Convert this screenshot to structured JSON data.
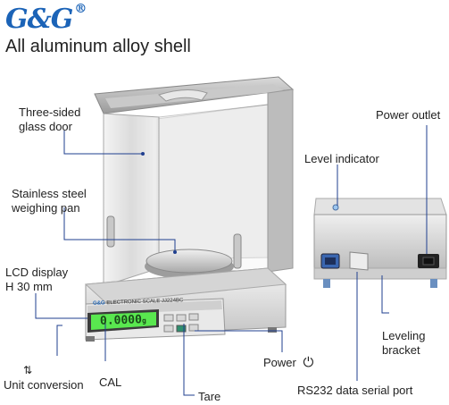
{
  "brand": {
    "logo_text": "G&G",
    "registered": "®"
  },
  "headline": "All aluminum alloy shell",
  "labels": {
    "glass_door_l1": "Three-sided",
    "glass_door_l2": "glass door",
    "pan_l1": "Stainless steel",
    "pan_l2": "weighing pan",
    "lcd_l1": "LCD display",
    "lcd_l2": "H 30 mm",
    "unit_conversion": "Unit conversion",
    "cal": "CAL",
    "tare": "Tare",
    "power": "Power",
    "power_outlet": "Power outlet",
    "level_indicator": "Level indicator",
    "leveling_l1": "Leveling",
    "leveling_l2": "bracket",
    "rs232": "RS232 data serial port"
  },
  "device": {
    "panel_brand": "G&G",
    "panel_text": "ELECTRONIC  SCALE",
    "model": "JJ224BC",
    "display_value": "0.0000",
    "display_unit": "g"
  },
  "icons": {
    "unit": "unit-conversion-icon",
    "power": "power-icon"
  },
  "colors": {
    "brand": "#1b63b7",
    "leader": "#1f3f8f",
    "lcd": "#59e84f"
  }
}
